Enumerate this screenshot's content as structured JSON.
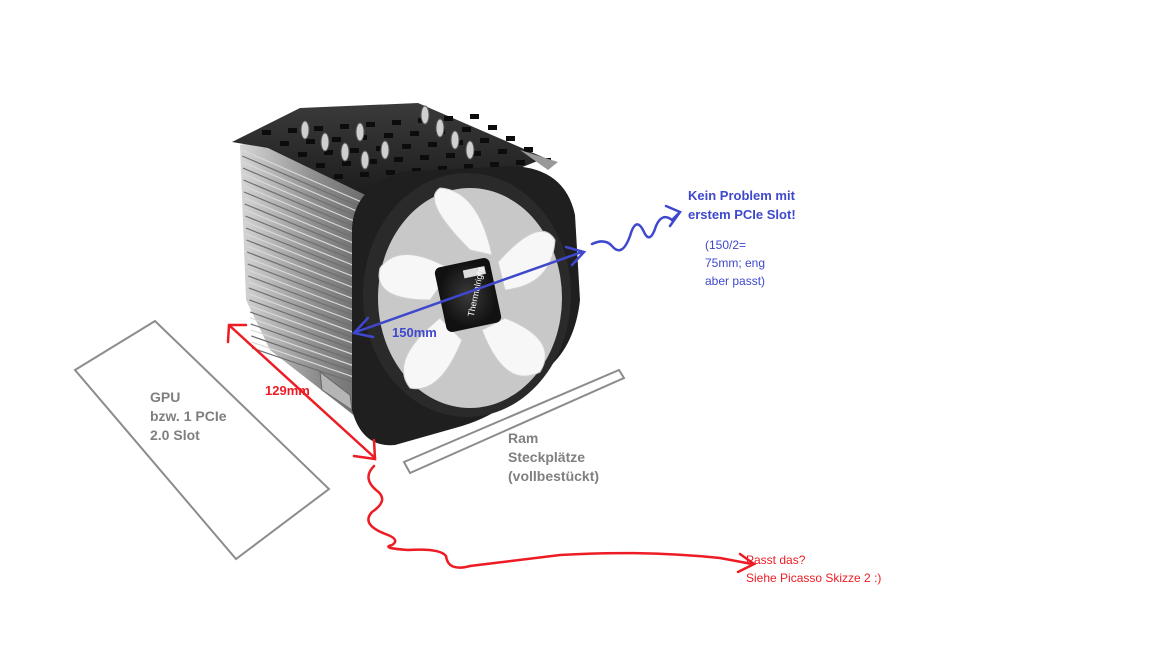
{
  "annotations": {
    "gpu_label": "GPU\nbzw. 1 PCIe\n2.0 Slot",
    "ram_label": "Ram\nSteckplätze\n(vollbestückt)",
    "width_label": "150mm",
    "depth_label": "129mm",
    "pcie_note_title": "Kein Problem mit\nerstem PCIe Slot!",
    "pcie_note_detail": "(150/2=\n75mm; eng\naber passt)",
    "question": "Passt das?\nSiehe Picasso Skizze 2 :)"
  },
  "product": {
    "brand": "Thermalright"
  },
  "colors": {
    "blue": "#3f48cc",
    "red": "#ed1c24",
    "gray": "#7f7f7f",
    "fan_frame": "#1e1e1e",
    "fan_blade": "#f7f7f7",
    "fin": "#9a9a9a"
  }
}
